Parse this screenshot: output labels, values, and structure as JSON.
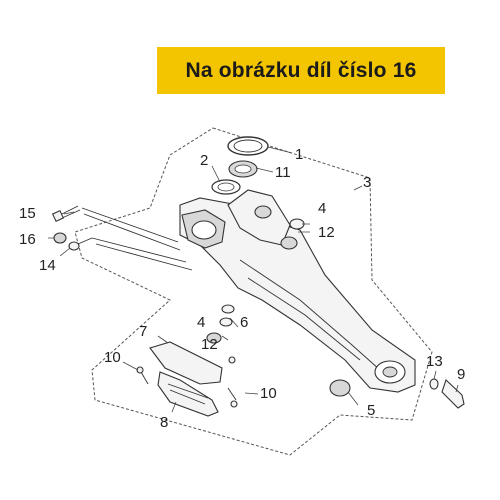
{
  "banner": {
    "text": "Na obrázku díl číslo 16",
    "color": "#f2c500"
  },
  "callouts": {
    "c1": "1",
    "c2": "2",
    "c3": "3",
    "c4a": "4",
    "c4b": "4",
    "c5": "5",
    "c6": "6",
    "c7": "7",
    "c8": "8",
    "c9": "9",
    "c10a": "10",
    "c10b": "10",
    "c11": "11",
    "c12a": "12",
    "c12b": "12",
    "c13": "13",
    "c14": "14",
    "c15": "15",
    "c16": "16"
  }
}
